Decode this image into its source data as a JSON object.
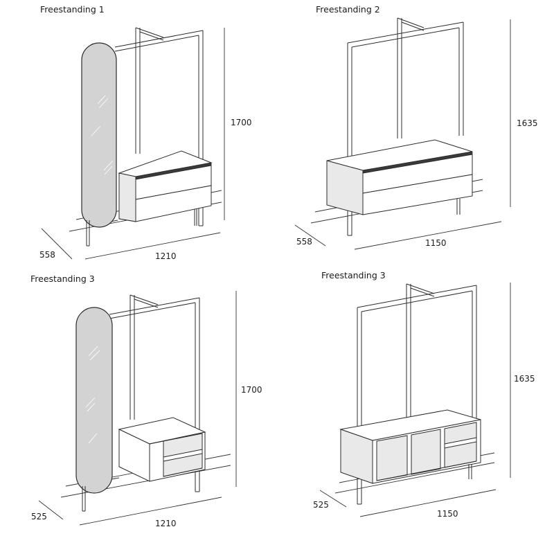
{
  "panels": [
    {
      "title": "Freestanding 1",
      "height": "1700",
      "depth": "558",
      "width": "1210"
    },
    {
      "title": "Freestanding 2",
      "height": "1635",
      "depth": "558",
      "width": "1150"
    },
    {
      "title": "Freestanding 3",
      "height": "1700",
      "depth": "525",
      "width": "1210"
    },
    {
      "title": "Freestanding 3",
      "height": "1635",
      "depth": "525",
      "width": "1150"
    }
  ]
}
